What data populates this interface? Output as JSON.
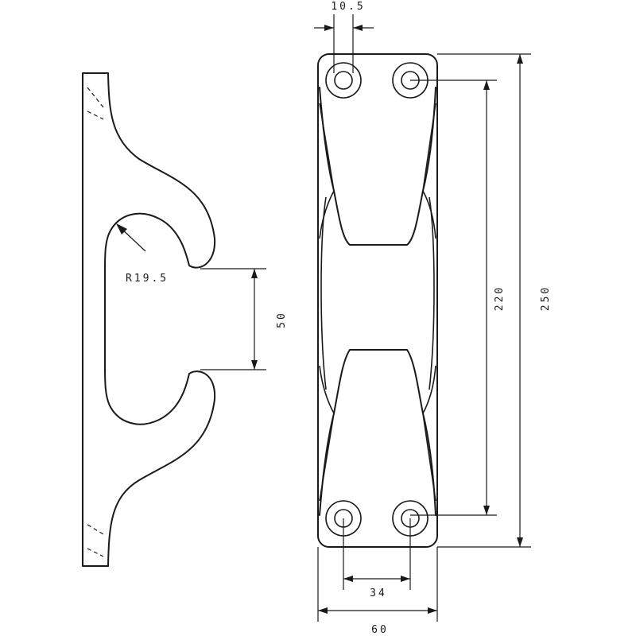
{
  "dimensions": {
    "hole_diameter": "10.5",
    "fillet_radius": "R19.5",
    "horn_gap": "50",
    "hole_spacing_vertical": "220",
    "overall_length": "250",
    "hole_spacing_horizontal": "34",
    "overall_width": "60"
  }
}
